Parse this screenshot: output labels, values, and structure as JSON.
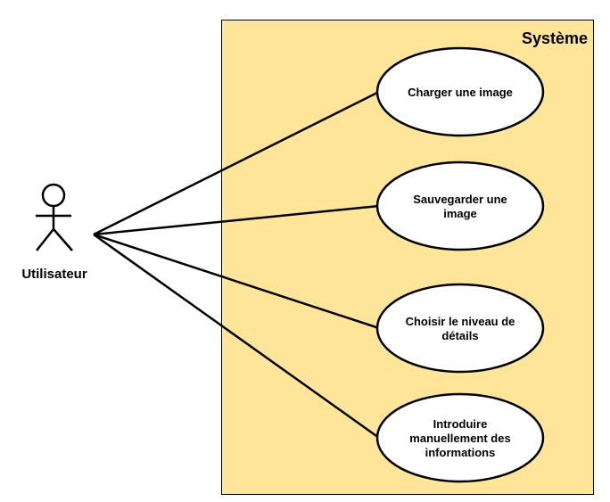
{
  "system": {
    "title": "Système",
    "fill": "#ffe599"
  },
  "actor": {
    "name": "Utilisateur"
  },
  "use_cases": [
    {
      "id": "load",
      "lines": [
        "Charger une image"
      ]
    },
    {
      "id": "save",
      "lines": [
        "Sauvegarder une",
        "image"
      ]
    },
    {
      "id": "level",
      "lines": [
        "Choisir le niveau de",
        "détails"
      ]
    },
    {
      "id": "manual",
      "lines": [
        "Introduire",
        "manuellement des",
        "informations"
      ]
    }
  ],
  "associations": [
    {
      "from": "actor",
      "to": "load"
    },
    {
      "from": "actor",
      "to": "save"
    },
    {
      "from": "actor",
      "to": "level"
    },
    {
      "from": "actor",
      "to": "manual"
    }
  ]
}
